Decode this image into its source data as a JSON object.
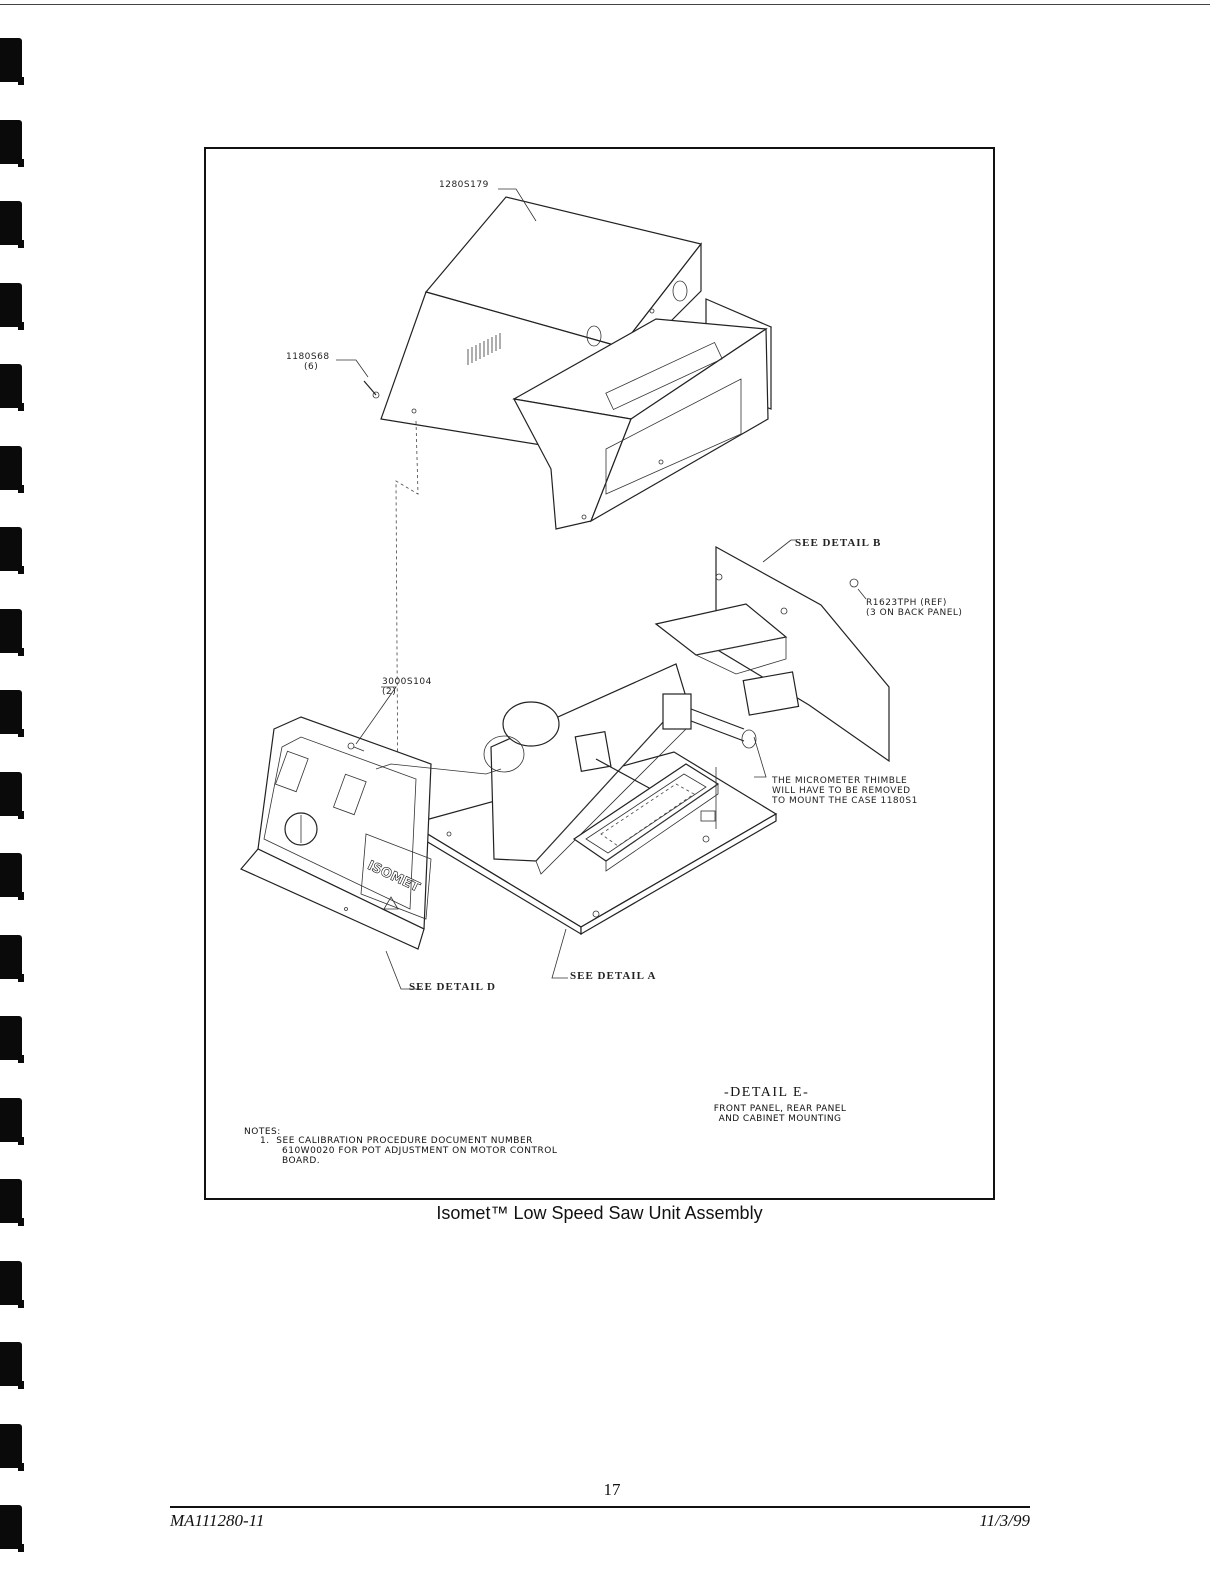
{
  "figure": {
    "callouts": {
      "cover_part": "1280S179",
      "screw_part": "1180S68",
      "screw_qty": "(6)",
      "detail_b": "SEE DETAIL B",
      "fastener_part": "R1623TPH (REF)",
      "fastener_note": "(3 ON BACK PANEL)",
      "panel_screw_part": "3000S104",
      "panel_screw_qty": "(2)",
      "micrometer_note_1": "THE MICROMETER THIMBLE",
      "micrometer_note_2": "WILL HAVE TO BE REMOVED",
      "micrometer_note_3": "TO MOUNT THE CASE 1180S1",
      "detail_d": "SEE DETAIL D",
      "detail_a": "SEE DETAIL A",
      "panel_brand": "ISOMET"
    },
    "detail_title": "-DETAIL E-",
    "detail_subtitle_1": "FRONT PANEL, REAR PANEL",
    "detail_subtitle_2": "AND CABINET MOUNTING",
    "notes": {
      "heading": "NOTES:",
      "line_1": "1.  SEE CALIBRATION PROCEDURE DOCUMENT NUMBER",
      "line_2": "610W0020 FOR POT ADJUSTMENT ON MOTOR CONTROL",
      "line_3": "BOARD."
    }
  },
  "caption": "Isomet™ Low Speed Saw Unit Assembly",
  "footer": {
    "page_number": "17",
    "document_number": "MA111280-11",
    "date": "11/3/99"
  }
}
